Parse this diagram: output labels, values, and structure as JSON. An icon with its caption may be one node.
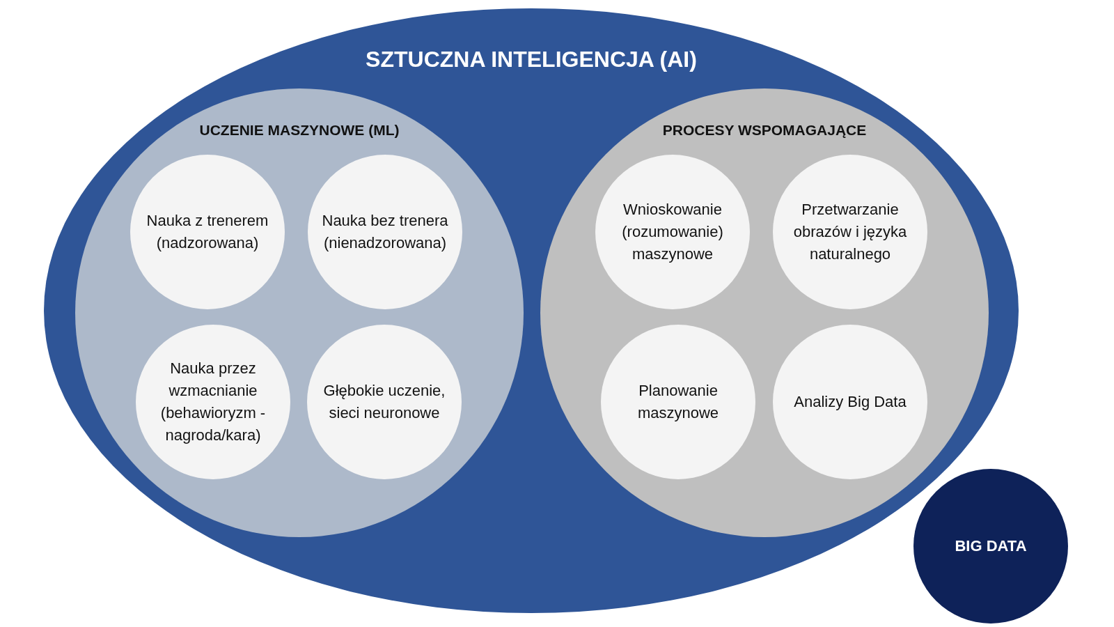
{
  "diagram": {
    "nodes": [
      {
        "text": [
          "SZTUCZNA INTELIGENCJA (AI)"
        ]
      },
      {
        "text": [
          "UCZENIE MASZYNOWE (ML)"
        ],
        "in": 0
      },
      {
        "text": [
          "Nauka z trenerem (nadzorowana)"
        ],
        "in": 1
      },
      {
        "text": [
          "Nauka bez trenera (nienadzorowana)"
        ],
        "in": 1
      },
      {
        "text": [
          "Nauka przez wzmacnianie (behawioryzm - nagroda/kara)"
        ],
        "in": 1
      },
      {
        "text": [
          "Głębokie uczenie, sieci neuronowe"
        ],
        "in": 1
      },
      {
        "text": [
          "PROCESY WSPOMAGAJĄCE"
        ],
        "in": 0
      },
      {
        "text": [
          "Wnioskowanie (rozumowanie) maszynowe"
        ],
        "in": 6
      },
      {
        "text": [
          "Przetwarzanie obrazów i języka naturalnego"
        ],
        "in": 6
      },
      {
        "text": [
          "Planowanie maszynowe"
        ],
        "in": 6
      },
      {
        "text": [
          "Analizy Big Data"
        ],
        "in": 6
      },
      {
        "text": [
          "BIG DATA"
        ]
      }
    ]
  }
}
